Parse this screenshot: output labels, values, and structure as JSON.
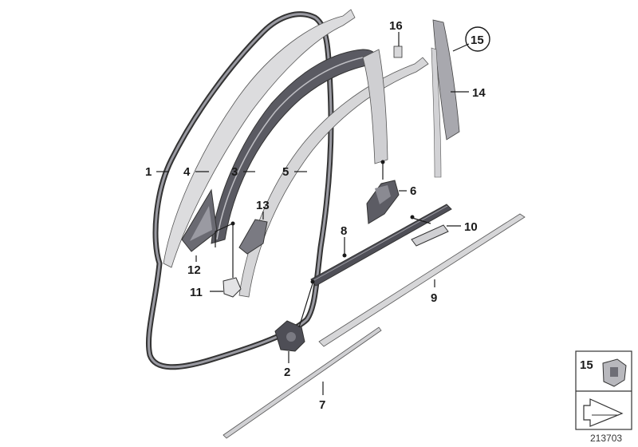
{
  "diagram": {
    "callouts": [
      {
        "id": "c1",
        "label": "1"
      },
      {
        "id": "c2",
        "label": "2"
      },
      {
        "id": "c3",
        "label": "3"
      },
      {
        "id": "c4",
        "label": "4"
      },
      {
        "id": "c5",
        "label": "5"
      },
      {
        "id": "c6",
        "label": "6"
      },
      {
        "id": "c7",
        "label": "7"
      },
      {
        "id": "c8",
        "label": "8"
      },
      {
        "id": "c9",
        "label": "9"
      },
      {
        "id": "c10",
        "label": "10"
      },
      {
        "id": "c11",
        "label": "11"
      },
      {
        "id": "c12",
        "label": "12"
      },
      {
        "id": "c13",
        "label": "13"
      },
      {
        "id": "c14",
        "label": "14"
      },
      {
        "id": "c15",
        "label": "15"
      },
      {
        "id": "c16",
        "label": "16"
      }
    ],
    "inset_label": "15",
    "document_number": "213703"
  },
  "colors": {
    "seal_dark": "#4a4a52",
    "strip_light": "#d4d4d6",
    "part_mid": "#8a8a92",
    "outline": "#333333"
  }
}
